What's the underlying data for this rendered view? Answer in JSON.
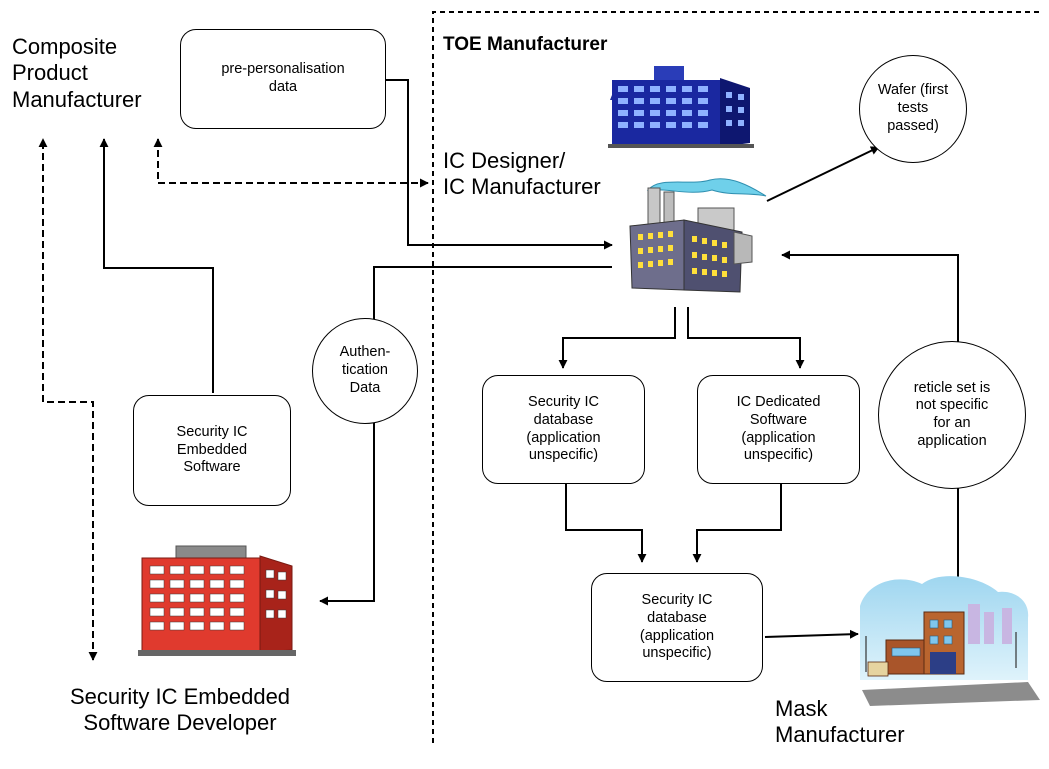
{
  "composite_manufacturer": "Composite\nProduct\nManufacturer",
  "toe_title": "TOE Manufacturer",
  "ic_designer": "IC Designer/\nIC Manufacturer",
  "mask_manufacturer": "Mask\nManufacturer",
  "embedded_developer": "Security IC Embedded\nSoftware Developer",
  "boxes": {
    "prepersonalisation": "pre-personalisation\ndata",
    "embedded_software": "Security IC\nEmbedded\nSoftware",
    "security_db": "Security IC\ndatabase\n(application\nunspecific)",
    "dedicated_software": "IC Dedicated\nSoftware\n(application\nunspecific)",
    "security_db_2": "Security IC\ndatabase\n(application\nunspecific)"
  },
  "circles": {
    "wafer": "Wafer (first\ntests\npassed)",
    "authentication": "Authen-\ntication\nData",
    "reticle": "reticle set is\nnot specific\nfor an\napplication"
  }
}
